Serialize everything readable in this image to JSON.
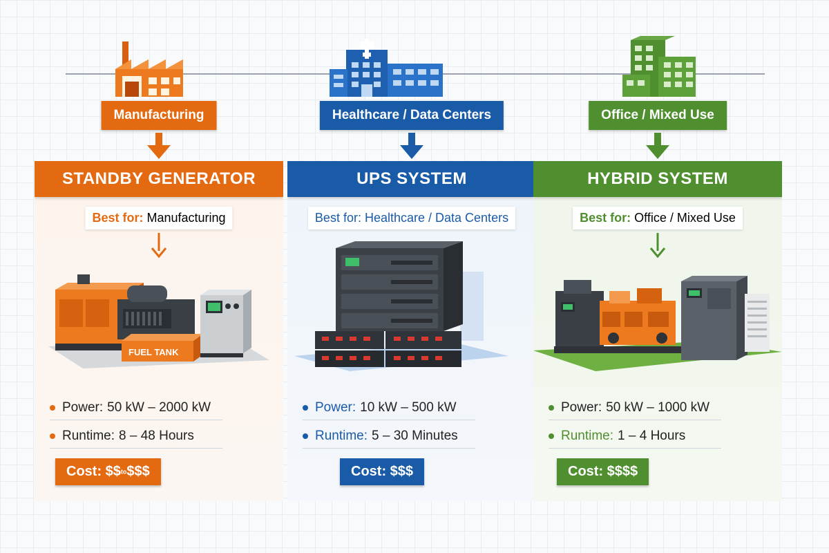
{
  "colors": {
    "orange": "#e46a12",
    "blue": "#1a5ba8",
    "green": "#4f8f2f"
  },
  "columns": [
    {
      "id": "standby",
      "sector": "Manufacturing",
      "sector_icon": "factory-icon",
      "title": "STANDBY GENERATOR",
      "best_for_label": "Best for:",
      "best_for_value": "Manufacturing",
      "equipment_icon": "generator-icon",
      "equipment_text": "FUEL TANK",
      "power_label": "Power:",
      "power_value": "50 kW – 2000 kW",
      "runtime_label": "Runtime:",
      "runtime_value": "8 – 48 Hours",
      "cost_prefix": "Cost: $$",
      "cost_mid": "to",
      "cost_suffix": "$$$"
    },
    {
      "id": "ups",
      "sector": "Healthcare / Data Centers",
      "sector_icon": "hospital-icon",
      "title": "UPS SYSTEM",
      "best_for_label": "Best for:",
      "best_for_value": "Healthcare / Data Centers",
      "equipment_icon": "ups-rack-icon",
      "power_label": "Power:",
      "power_value": "10 kW – 500 kW",
      "runtime_label": "Runtime:",
      "runtime_value": "5 – 30 Minutes",
      "cost": "Cost: $$$"
    },
    {
      "id": "hybrid",
      "sector": "Office / Mixed Use",
      "sector_icon": "office-building-icon",
      "title": "HYBRID SYSTEM",
      "best_for_label": "Best for:",
      "best_for_value": "Office / Mixed Use",
      "equipment_icon": "hybrid-system-icon",
      "power_label": "Power:",
      "power_value": "50 kW – 1000 kW",
      "runtime_label": "Runtime:",
      "runtime_value": "1 – 4 Hours",
      "cost": "Cost: $$$$"
    }
  ]
}
